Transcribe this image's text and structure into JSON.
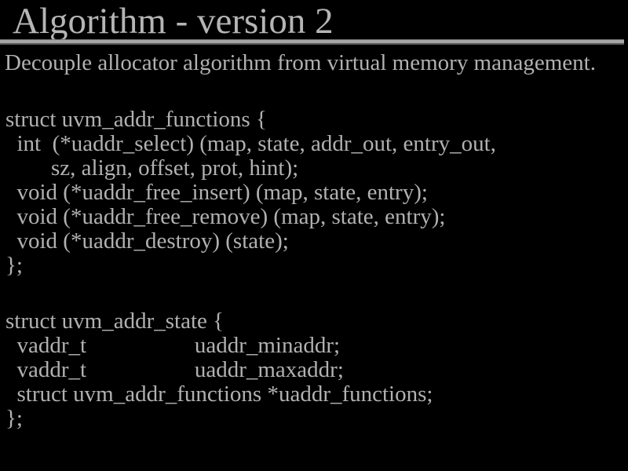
{
  "slide": {
    "title": "Algorithm - version 2",
    "subtitle": "Decouple allocator algorithm from virtual memory management.",
    "code_blocks": [
      {
        "name": "uvm_addr_functions-struct",
        "lines": [
          "struct uvm_addr_functions {",
          "  int  (*uaddr_select) (map, state, addr_out, entry_out,",
          "        sz, align, offset, prot, hint);",
          "  void (*uaddr_free_insert) (map, state, entry);",
          "  void (*uaddr_free_remove) (map, state, entry);",
          "  void (*uaddr_destroy) (state);",
          "};"
        ]
      },
      {
        "name": "uvm_addr_state-struct",
        "lines": [
          "struct uvm_addr_state {",
          "  vaddr_t                   uaddr_minaddr;",
          "  vaddr_t                   uaddr_maxaddr;",
          "  struct uvm_addr_functions *uaddr_functions;",
          "};"
        ]
      }
    ],
    "colors": {
      "background": "#000000",
      "text": "#b1b1b1",
      "title_text": "#b5b5b5",
      "rule_light": "#a6a6a6",
      "rule_dark": "#565656"
    }
  }
}
